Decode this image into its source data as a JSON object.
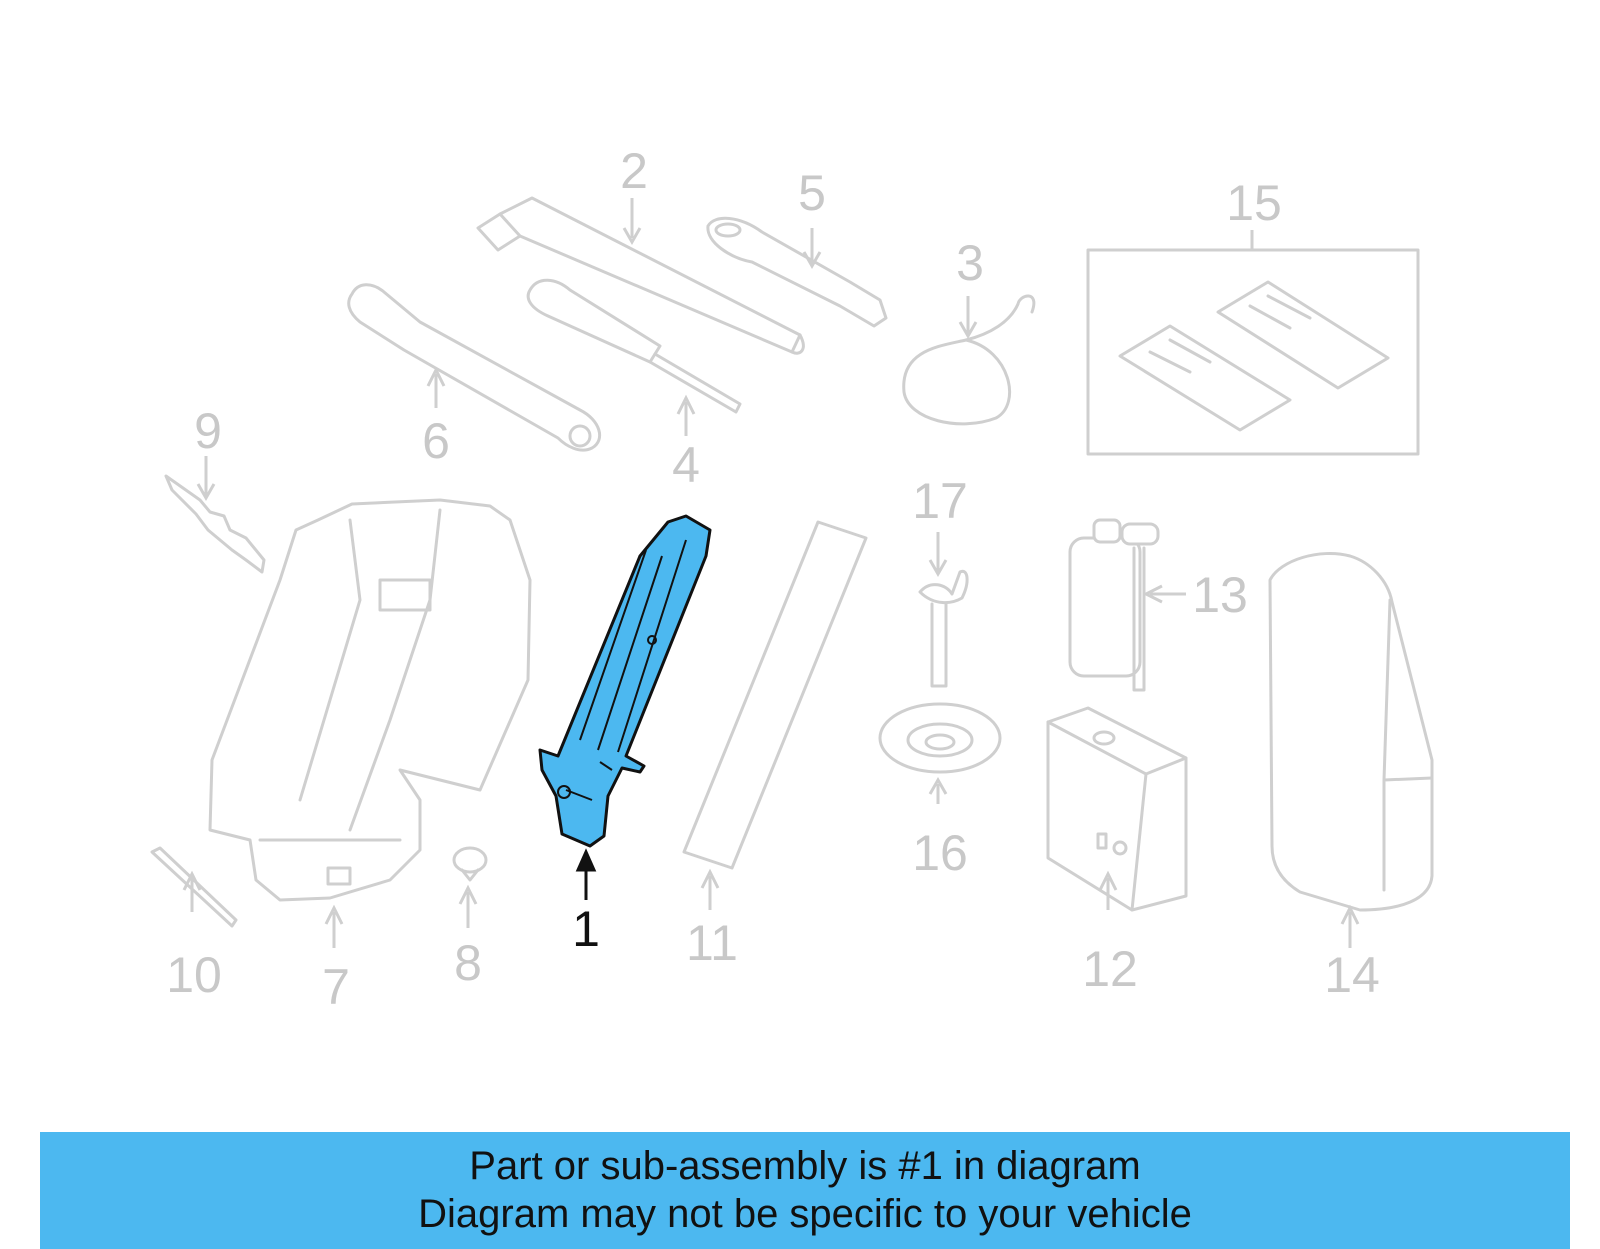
{
  "diagram": {
    "colors": {
      "highlight": "#4cb8f0",
      "outline": "#111111",
      "other_parts": "#cfcfcf"
    },
    "callouts": [
      {
        "id": "1",
        "label": "1",
        "highlighted": true
      },
      {
        "id": "2",
        "label": "2"
      },
      {
        "id": "3",
        "label": "3"
      },
      {
        "id": "4",
        "label": "4"
      },
      {
        "id": "5",
        "label": "5"
      },
      {
        "id": "6",
        "label": "6"
      },
      {
        "id": "7",
        "label": "7"
      },
      {
        "id": "8",
        "label": "8"
      },
      {
        "id": "9",
        "label": "9"
      },
      {
        "id": "10",
        "label": "10"
      },
      {
        "id": "11",
        "label": "11"
      },
      {
        "id": "12",
        "label": "12"
      },
      {
        "id": "13",
        "label": "13"
      },
      {
        "id": "14",
        "label": "14"
      },
      {
        "id": "15",
        "label": "15"
      },
      {
        "id": "16",
        "label": "16"
      },
      {
        "id": "17",
        "label": "17"
      }
    ]
  },
  "banner": {
    "line1": "Part or sub-assembly is #1 in diagram",
    "line2": "Diagram may not be specific to your vehicle"
  }
}
